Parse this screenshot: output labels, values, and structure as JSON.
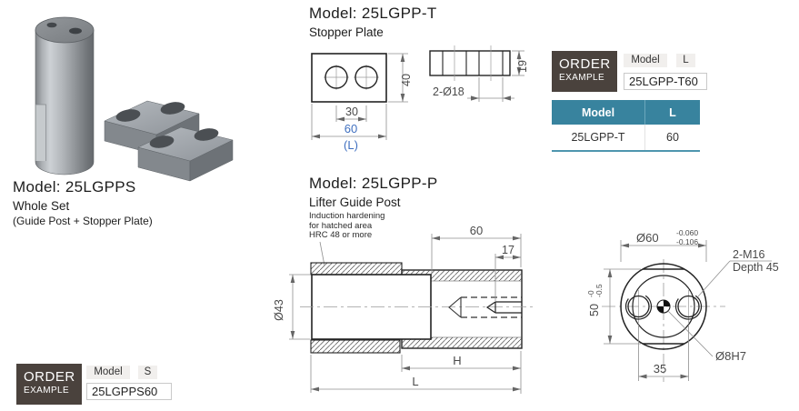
{
  "colors": {
    "accent_teal": "#38839E",
    "order_box_dark": "#4A423D",
    "dim_blue": "#4070C0"
  },
  "product": {
    "title": "Model: 25LGPPS",
    "subtitle1": "Whole Set",
    "subtitle2": "(Guide Post + Stopper Plate)"
  },
  "stopper": {
    "title": "Model: 25LGPP-T",
    "subtitle": "Stopper Plate",
    "dims": {
      "d30": "30",
      "d60": "60",
      "dL": "(L)",
      "d40": "40",
      "d19": "19",
      "holes": "2-Ø18"
    }
  },
  "order_top": {
    "heading_line1": "ORDER",
    "heading_line2": "EXAMPLE",
    "field_label": "Model",
    "field_suffix": "L",
    "value": "25LGPP-T60"
  },
  "table": {
    "headers": [
      "Model",
      "L"
    ],
    "row": [
      "25LGPP-T",
      "60"
    ]
  },
  "post": {
    "title": "Model: 25LGPP-P",
    "subtitle": "Lifter Guide Post",
    "note": [
      "Induction hardening",
      "for hatched area",
      "HRC 48 or more"
    ],
    "dims": {
      "d60": "60",
      "d17": "17",
      "dia": "Ø43",
      "H": "H",
      "L": "L"
    }
  },
  "end_view": {
    "dia": "Ø60",
    "dia_tol_upper": "-0.060",
    "dia_tol_lower": "-0.106",
    "flat": "50",
    "flat_tol_upper": "-0",
    "flat_tol_lower": "-0.5",
    "thread": "2-M16",
    "thread_depth": "Depth 45",
    "center_hole": "Ø8H7",
    "hole_spacing": "35"
  },
  "order_bottom": {
    "heading_line1": "ORDER",
    "heading_line2": "EXAMPLE",
    "field_label": "Model",
    "field_suffix": "S",
    "value": "25LGPPS60"
  }
}
